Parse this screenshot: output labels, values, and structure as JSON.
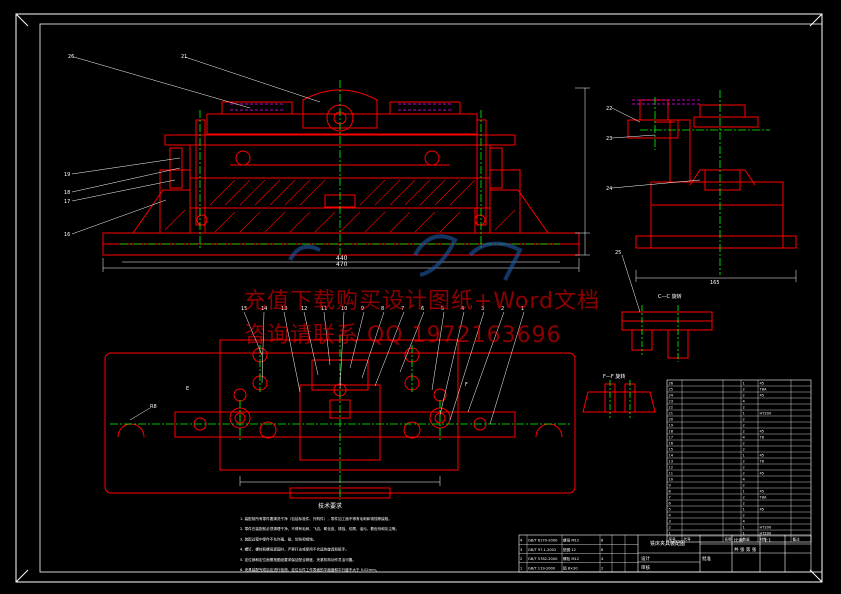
{
  "colors": {
    "background": "#000000",
    "part_outline": "#ff0000",
    "frame": "#ffffff",
    "centerline": "#00ff00",
    "hidden": "#ff00ff",
    "dimension": "#ffffff",
    "watermark_logo": "#1e5aa8"
  },
  "watermark": {
    "line1": "充值下载购买设计图纸+Word文档",
    "line2": "咨询请联系 QQ 1972163696"
  },
  "callouts": {
    "front_top": [
      "26",
      "21"
    ],
    "front_left": [
      "19",
      "18",
      "17",
      "16"
    ],
    "side_view": [
      "22",
      "23",
      "24"
    ],
    "section_view": [
      "25"
    ],
    "plan_top": [
      "15",
      "14",
      "13",
      "12",
      "11",
      "10",
      "9",
      "8",
      "7",
      "6",
      "5",
      "4",
      "3",
      "2",
      "1"
    ]
  },
  "section_labels": {
    "cc": "C—C 旋转",
    "ff": "F—F 旋转",
    "e_mark": "E",
    "f_mark": "F"
  },
  "dimensions": {
    "overall_width": "470",
    "front_base": "440",
    "side_width": "165",
    "plan_radius": "R8"
  },
  "notes": {
    "title": "技术要求",
    "items": [
      "1. 装配前所有零件要清洗干净（包括标准件、外购件），零件加工面不得有毛刺和锈蚀等缺陷。",
      "2. 零件在装配前必须清理干净，不得有毛刺、飞边、氧化皮、锈蚀、切屑、油污、着色剂和灰尘等。",
      "3. 装配过程中零件不允许磕、碰、划伤和锈蚀。",
      "4. 螺钉、螺栓和螺母紧固时，严禁打击或使用不合适的旋具和扳手。",
      "5. 定位销和定位面需按图纸要求保证配合精度，夹紧机构动作灵活可靠。",
      "6. 夹具装配完成后应进行检测，定位元件工作表面的平面度和平行度不大于 0.02mm。"
    ]
  },
  "bom": {
    "columns": [
      "序号",
      "代号",
      "名称",
      "数量",
      "材料",
      "备注"
    ],
    "rows": [
      [
        "26",
        "",
        "",
        "1",
        "45",
        ""
      ],
      [
        "25",
        "",
        "",
        "2",
        "T8A",
        ""
      ],
      [
        "24",
        "",
        "",
        "2",
        "45",
        ""
      ],
      [
        "23",
        "",
        "",
        "4",
        "",
        ""
      ],
      [
        "22",
        "",
        "",
        "2",
        "",
        ""
      ],
      [
        "21",
        "",
        "",
        "1",
        "HT200",
        ""
      ],
      [
        "20",
        "",
        "",
        "2",
        "",
        ""
      ],
      [
        "19",
        "",
        "",
        "2",
        "",
        ""
      ],
      [
        "18",
        "",
        "",
        "2",
        "45",
        ""
      ],
      [
        "17",
        "",
        "",
        "4",
        "T8",
        ""
      ],
      [
        "16",
        "",
        "",
        "2",
        "",
        ""
      ],
      [
        "15",
        "",
        "",
        "2",
        "",
        ""
      ],
      [
        "14",
        "",
        "",
        "1",
        "45",
        ""
      ],
      [
        "13",
        "",
        "",
        "2",
        "T8",
        ""
      ],
      [
        "12",
        "",
        "",
        "2",
        "",
        ""
      ],
      [
        "11",
        "",
        "",
        "2",
        "45",
        ""
      ],
      [
        "10",
        "",
        "",
        "4",
        "",
        ""
      ],
      [
        "9",
        "",
        "",
        "2",
        "",
        ""
      ],
      [
        "8",
        "",
        "",
        "1",
        "45",
        ""
      ],
      [
        "7",
        "",
        "",
        "2",
        "T8A",
        ""
      ],
      [
        "6",
        "",
        "",
        "2",
        "",
        ""
      ],
      [
        "5",
        "",
        "",
        "1",
        "45",
        ""
      ],
      [
        "4",
        "",
        "",
        "2",
        "",
        ""
      ],
      [
        "3",
        "",
        "",
        "4",
        "",
        ""
      ],
      [
        "2",
        "",
        "",
        "1",
        "HT200",
        ""
      ],
      [
        "1",
        "",
        "",
        "1",
        "HT200",
        ""
      ]
    ]
  },
  "title_block": {
    "drawing_name": "铣床夹具装配图",
    "scale_label": "比例",
    "scale": "1:1",
    "sheet_label": "共 张 第 张",
    "designer_label": "设计",
    "checker_label": "审核",
    "approve_label": "批准",
    "school_label": "",
    "left_rows": [
      [
        "4",
        "GB/T 6170-2000",
        "螺母 M12",
        "8",
        "",
        ""
      ],
      [
        "3",
        "GB/T 97.1-2002",
        "垫圈 12",
        "8",
        "",
        ""
      ],
      [
        "2",
        "GB/T 5782-2000",
        "螺栓 M12",
        "4",
        "",
        ""
      ],
      [
        "1",
        "GB/T 119-2000",
        "销 8×30",
        "2",
        "",
        ""
      ]
    ]
  }
}
